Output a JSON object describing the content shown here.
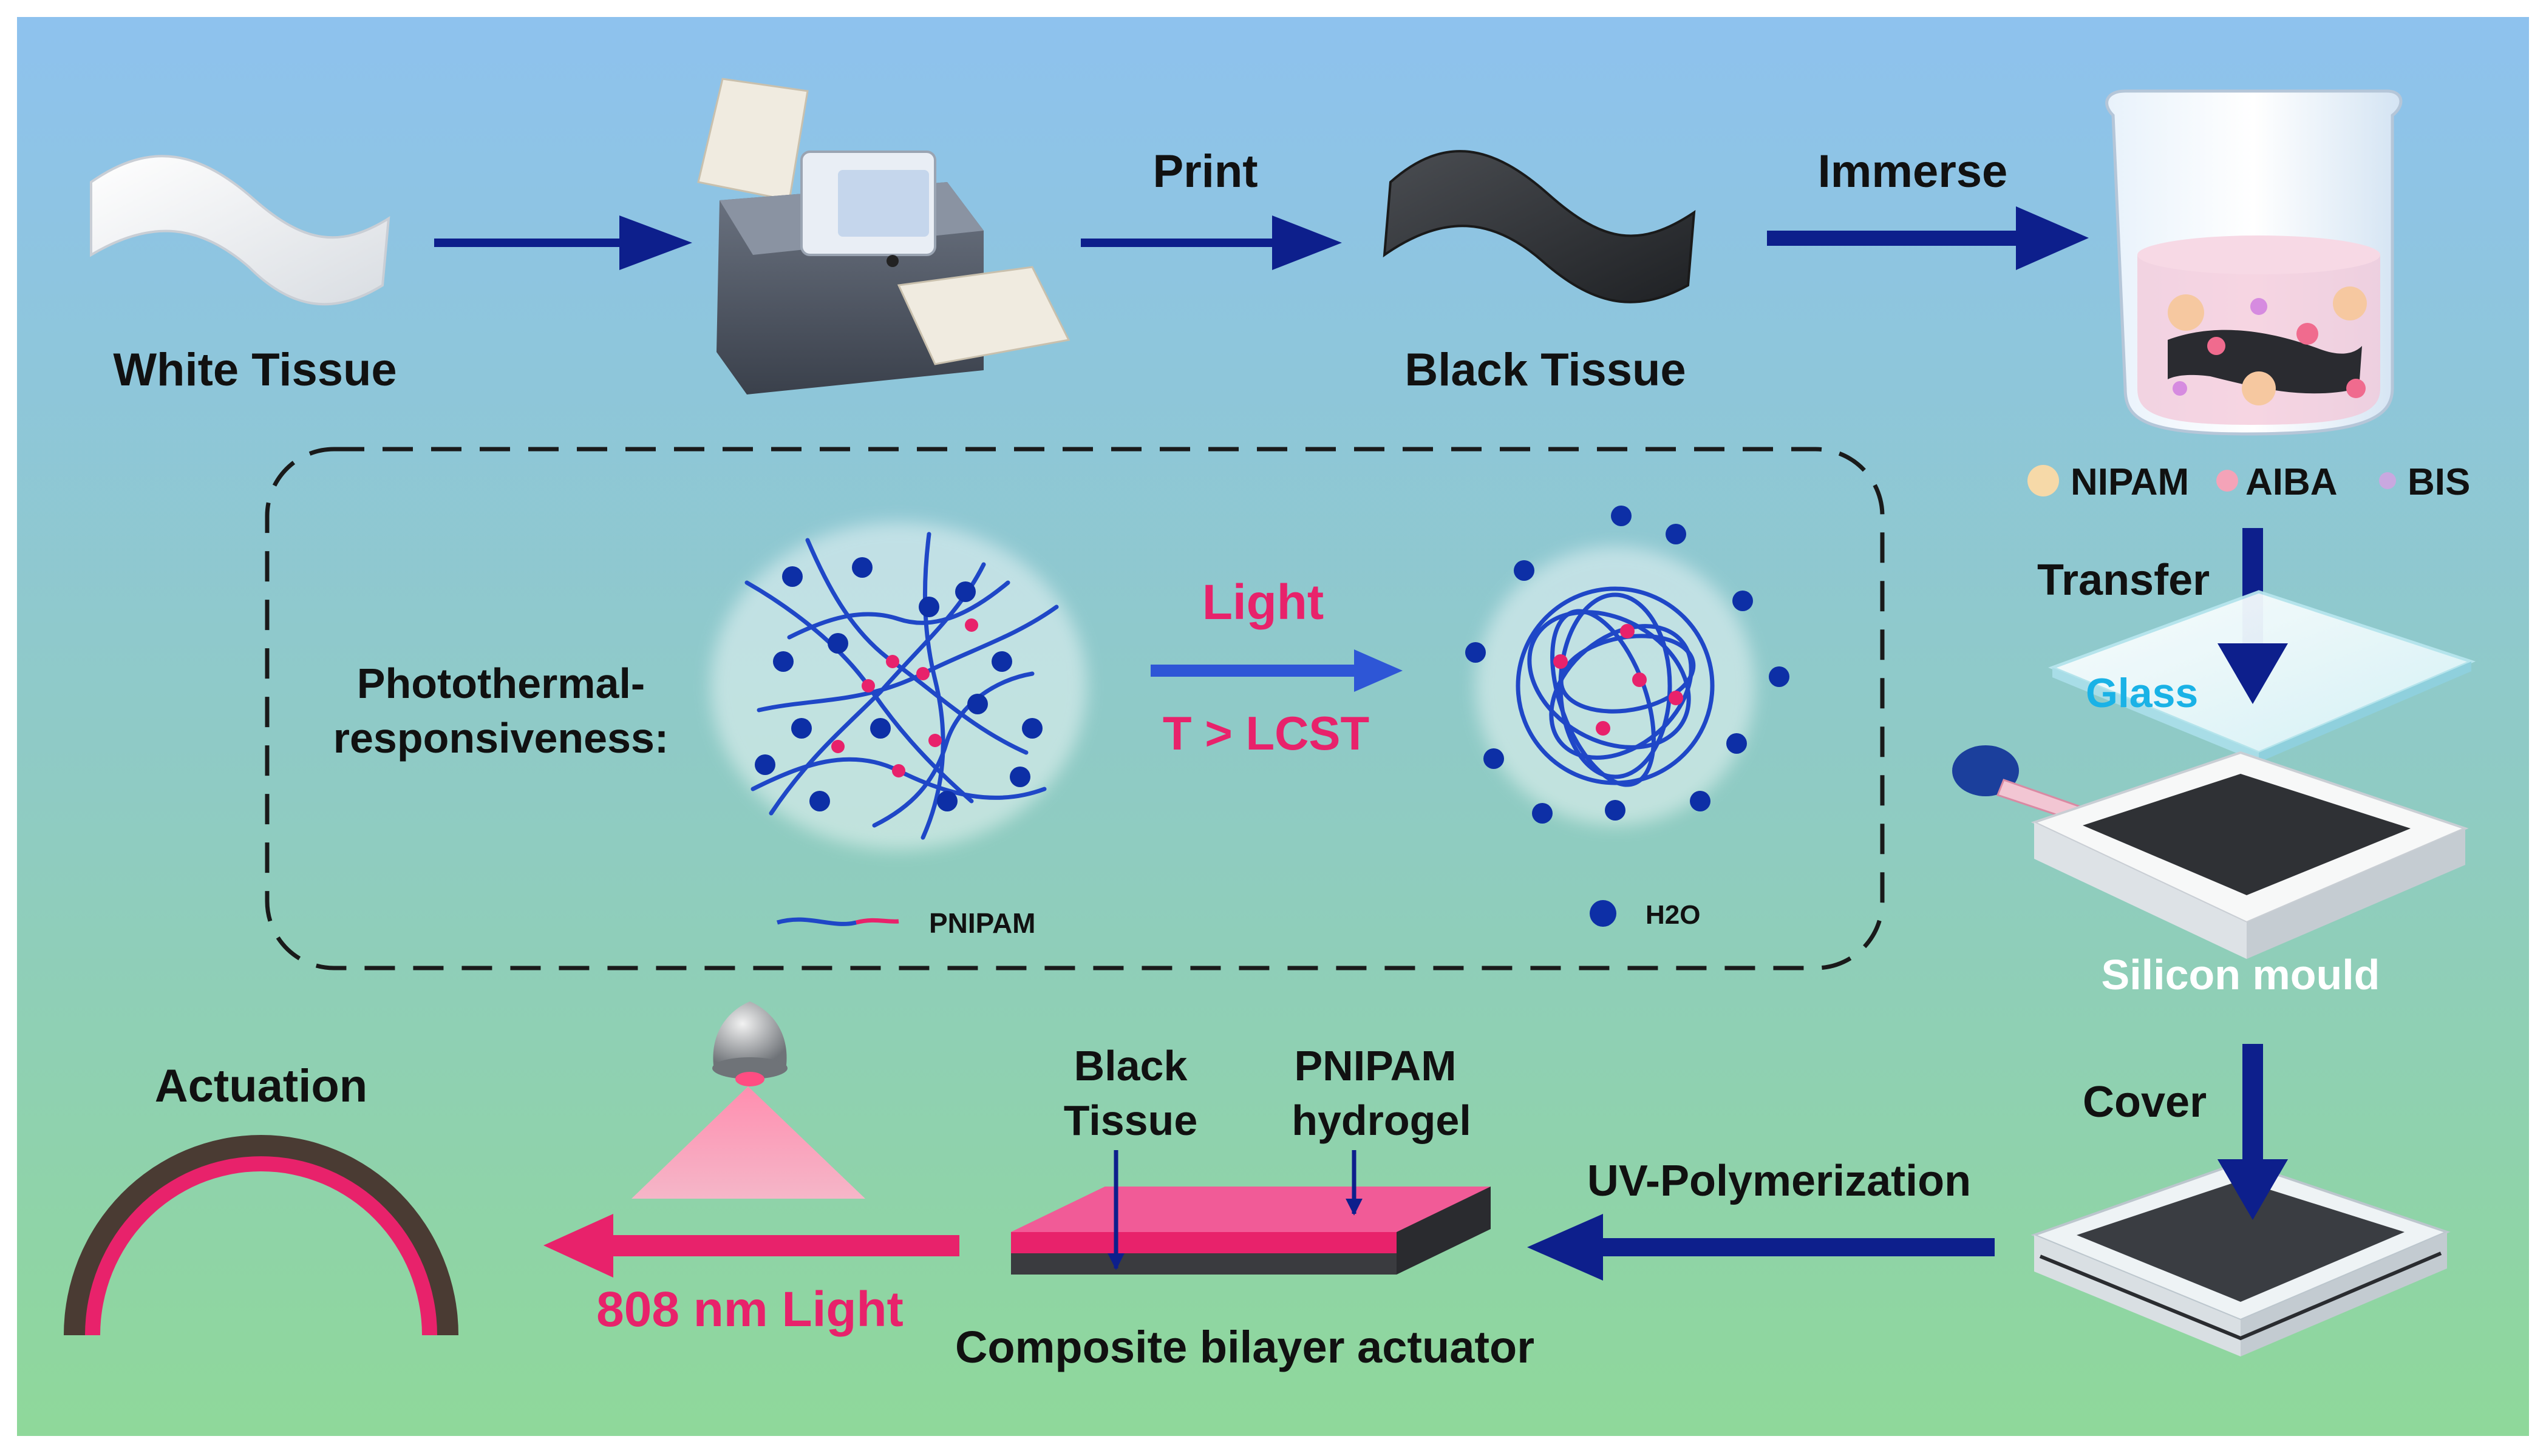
{
  "figure": {
    "background_top": "#8ec2ee",
    "background_bottom": "#8fd89a",
    "arrow_color": "#0d1f8c",
    "pink_accent": "#e8226b"
  },
  "labels": {
    "white_tissue": "White Tissue",
    "print": "Print",
    "black_tissue": "Black Tissue",
    "immerse": "Immerse",
    "nipam": "NIPAM",
    "aiba": "AIBA",
    "bis": "BIS",
    "transfer": "Transfer",
    "glass": "Glass",
    "silicon_mould": "Silicon mould",
    "cover": "Cover",
    "uv_polymerization": "UV-Polymerization",
    "black_tissue_layer_1": "Black",
    "black_tissue_layer_2": "Tissue",
    "pnipam_hydrogel_1": "PNIPAM",
    "pnipam_hydrogel_2": "hydrogel",
    "composite_actuator": "Composite bilayer actuator",
    "nir_light": "808 nm Light",
    "actuation": "Actuation"
  },
  "inset": {
    "title_line1": "Photothermal-",
    "title_line2": "responsiveness:",
    "stimulus": "Light",
    "condition": "T > LCST",
    "legend_polymer": "PNIPAM",
    "legend_water": "H2O"
  },
  "legend_colors": {
    "nipam": "#f6d9a8",
    "aiba": "#f4a3b8",
    "bis": "#c9a8e0"
  }
}
